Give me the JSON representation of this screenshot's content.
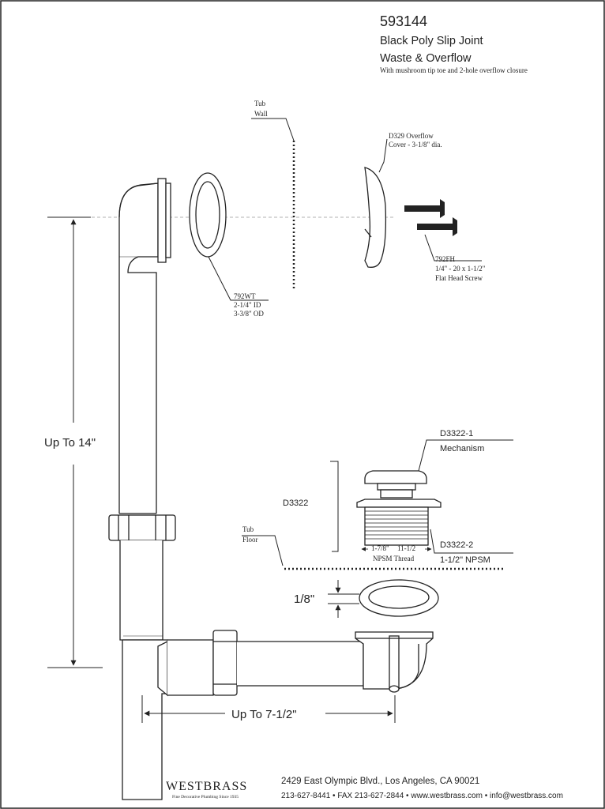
{
  "header": {
    "part_number": "593144",
    "title_line1": "Black Poly Slip Joint",
    "title_line2": "Waste & Overflow",
    "subtitle": "With mushroom tip toe and 2-hole overflow closure"
  },
  "labels": {
    "tub_wall_1": "Tub",
    "tub_wall_2": "Wall",
    "tub_floor_1": "Tub",
    "tub_floor_2": "Floor",
    "overflow_cover_1": "D329 Overflow",
    "overflow_cover_2": "Cover - 3-1/8\" dia.",
    "screw_1": "792FH",
    "screw_2": "1/4\" - 20 x 1-1/2\"",
    "screw_3": "Flat Head Screw",
    "gasket_1": "792WT",
    "gasket_2": "2-1/4\" ID",
    "gasket_3": "3-3/8\" OD",
    "mechanism_1": "D3322-1",
    "mechanism_2": "Mechanism",
    "drain_body": "D3322",
    "thread_1": "D3322-2",
    "thread_2": "1-1/2\" NPSM",
    "thread_dim_a": "1-7/8\"",
    "thread_dim_b": "11-1/2",
    "thread_dim_c": "NPSM Thread"
  },
  "dimensions": {
    "height": "Up To 14\"",
    "width": "Up To 7-1/2\"",
    "washer": "1/8\""
  },
  "footer": {
    "brand": "WESTBRASS",
    "tagline": "Fine Decorative Plumbing Since 1935",
    "address": "2429 East Olympic Blvd., Los Angeles, CA  90021",
    "contact": "213-627-8441 • FAX 213-627-2844 • www.westbrass.com • info@westbrass.com"
  },
  "colors": {
    "line": "#222222",
    "background": "#ffffff"
  }
}
